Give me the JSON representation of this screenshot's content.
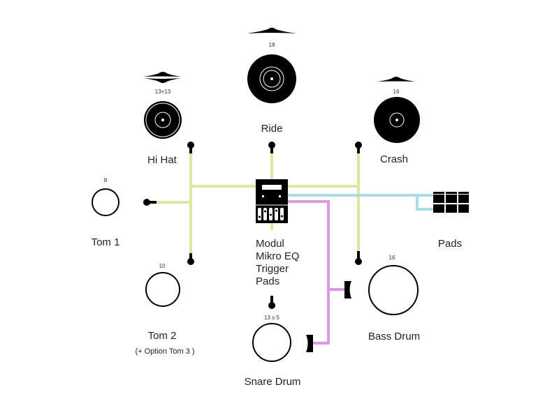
{
  "colors": {
    "trigger_line": "#dde7a0",
    "pads_line": "#a9dce5",
    "eq_line": "#d79ce0",
    "ink": "#000000"
  },
  "instruments": {
    "ride": {
      "label": "Ride",
      "size": "18"
    },
    "hihat": {
      "label": "Hi Hat",
      "size": "13+13"
    },
    "crash": {
      "label": "Crash",
      "size": "16"
    },
    "tom1": {
      "label": "Tom 1",
      "size": "8"
    },
    "tom2": {
      "label": "Tom 2",
      "size": "10",
      "note": "(+ Option Tom 3 )"
    },
    "snare": {
      "label": "Snare Drum",
      "size": "13 x 5"
    },
    "bass": {
      "label": "Bass Drum",
      "size": "16"
    },
    "pads": {
      "label": "Pads"
    }
  },
  "module": {
    "lines": [
      "Modul",
      "Mikro EQ",
      "Trigger",
      "Pads"
    ]
  }
}
